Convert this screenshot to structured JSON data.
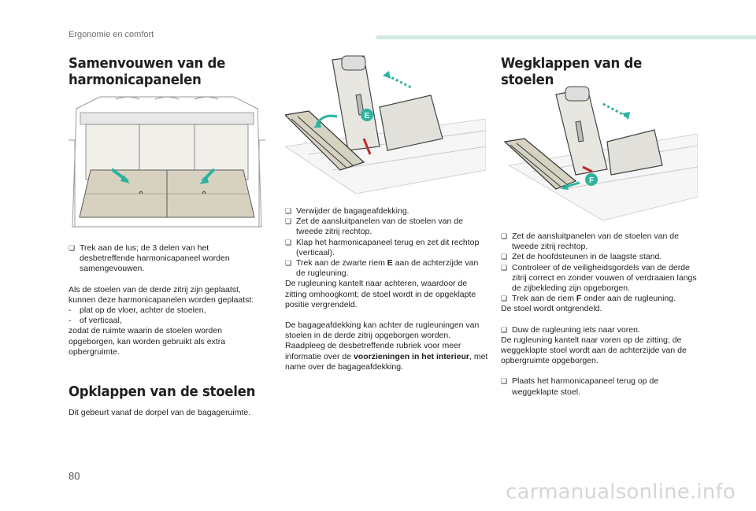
{
  "header": {
    "section": "Ergonomie en comfort"
  },
  "left": {
    "title": "Samenvouwen van de harmonicapanelen",
    "step1": "Trek aan de lus; de 3 delen van het desbetreffende harmonicapaneel worden samengevouwen.",
    "para_intro": "Als de stoelen van de derde zitrij zijn geplaatst, kunnen deze harmonicapanelen worden geplaatst:",
    "dash1": "plat op de vloer, achter de stoelen,",
    "dash2": "of verticaal,",
    "para_end": "zodat de ruimte waarin de stoelen worden opgeborgen, kan worden gebruikt als extra opbergruimte.",
    "title2": "Opklappen van de stoelen",
    "para2": "Dit gebeurt vanaf de dorpel van de bagageruimte."
  },
  "middle": {
    "b1": "Verwijder de bagageafdekking.",
    "b2": "Zet de aansluitpanelen van de stoelen van de tweede zitrij rechtop.",
    "b3": "Klap het harmonicapaneel terug en zet dit rechtop (verticaal).",
    "b4_pre": "Trek aan de zwarte riem",
    "b4_letter": "E",
    "b4_post": "aan de achterzijde van de rugleuning.",
    "p1": "De rugleuning kantelt naar achteren, waardoor de zitting omhoogkomt; de stoel wordt in de opgeklapte positie vergrendeld.",
    "p2_pre": "De bagageafdekking kan achter de rugleuningen van stoelen in de derde zitrij opgeborgen worden. Raadpleeg de desbetreffende rubriek voor meer informatie over de",
    "p2_bold": "voorzieningen in het interieur",
    "p2_post": ", met name over de bagageafdekking.",
    "fig_label": "E"
  },
  "right": {
    "title": "Wegklappen van de stoelen",
    "b1": "Zet de aansluitpanelen van de stoelen van de tweede zitrij rechtop.",
    "b2": "Zet de hoofdsteunen in de laagste stand.",
    "b3": "Controleer of de veiligheidsgordels van de derde zitrij correct en zonder vouwen of verdraaien langs de zijbekleding zijn opgeborgen.",
    "b4_pre": "Trek aan de riem",
    "b4_letter": "F",
    "b4_post": "onder aan de rugleuning.",
    "p1": "De stoel wordt ontgrendeld.",
    "b5": "Duw de rugleuning iets naar voren.",
    "p2": "De rugleuning kantelt naar voren op de zitting; de weggeklapte stoel wordt aan de achterzijde van de opbergruimte opgeborgen.",
    "b6": "Plaats het harmonicapaneel terug op de weggeklapte stoel.",
    "fig_label": "F"
  },
  "footer": {
    "page": "80",
    "watermark": "carmanualsonline.info"
  },
  "icons": {
    "bullet": "check-box-icon"
  },
  "colors": {
    "accent": "#2bb3a0",
    "header_bar": "#cfeae3",
    "text": "#231f20"
  }
}
